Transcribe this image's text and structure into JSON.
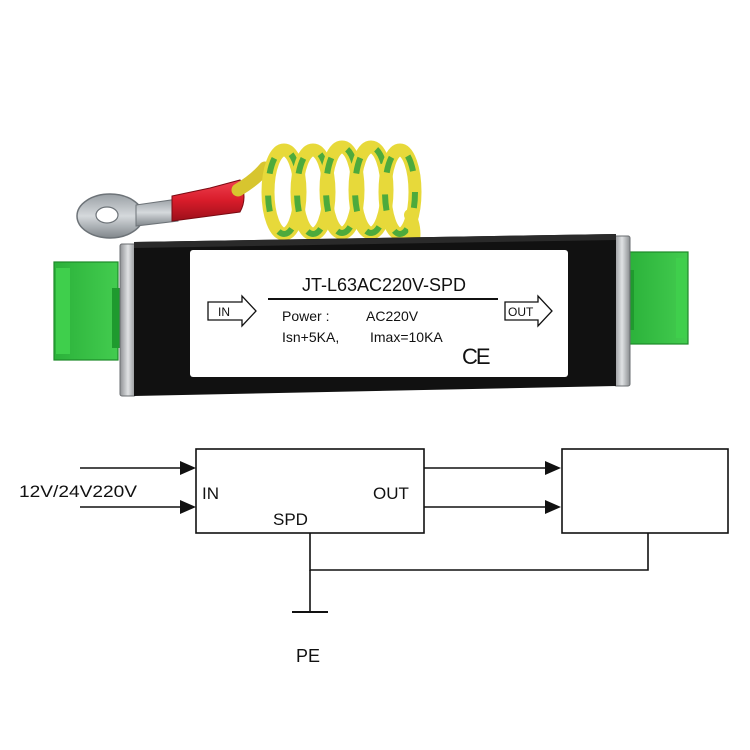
{
  "product": {
    "label_model": "JT-L63AC220V-SPD",
    "power_key": "Power :",
    "power_value": "AC220V",
    "isn": "Isn+5KA,",
    "imax": "Imax=10KA",
    "in_arrow": "IN",
    "out_arrow": "OUT",
    "ce_mark": "CE"
  },
  "diagram": {
    "supply_label": "12V/24V220V",
    "spd_in": "IN",
    "spd_out": "OUT",
    "spd_name": "SPD",
    "ground_label": "PE"
  },
  "colors": {
    "housing": "#111111",
    "label_bg": "#ffffff",
    "terminal_green": "#2fbf3a",
    "ground_wire_yellow": "#e7d93a",
    "ground_wire_green": "#4daa3c",
    "lug_red": "#d81c2a",
    "endcap_metal": "#b9bcbf"
  }
}
